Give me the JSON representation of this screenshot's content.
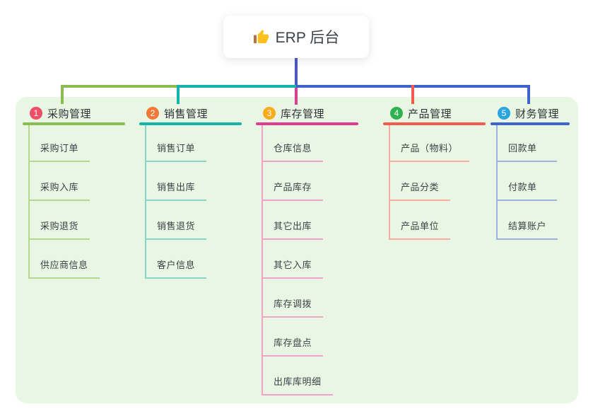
{
  "root": {
    "label": "ERP 后台",
    "icon": "thumbs-up"
  },
  "colors": {
    "canvas": "#ffffff",
    "panel": "#eaf6e4",
    "root_stem": "#4a55d2",
    "card_bg": "#ffffff",
    "title_text": "#2e3237",
    "child_text": "#3d4247"
  },
  "branches": [
    {
      "badge": "1",
      "title": "采购管理",
      "line_color": "#8abc52",
      "light_color": "#b5d88e",
      "badge_color": "#ec4f68",
      "children": [
        "采购订单",
        "采购入库",
        "采购退货",
        "供应商信息"
      ]
    },
    {
      "badge": "2",
      "title": "销售管理",
      "line_color": "#14b4aa",
      "light_color": "#85d6cd",
      "badge_color": "#f0793a",
      "children": [
        "销售订单",
        "销售出库",
        "销售退货",
        "客户信息"
      ]
    },
    {
      "badge": "3",
      "title": "库存管理",
      "line_color": "#e03c92",
      "light_color": "#f3a3cb",
      "badge_color": "#f9ab19",
      "children": [
        "仓库信息",
        "产品库存",
        "其它出库",
        "其它入库",
        "库存调拨",
        "库存盘点",
        "出库库明细"
      ]
    },
    {
      "badge": "4",
      "title": "产品管理",
      "line_color": "#f15b50",
      "light_color": "#f8aba3",
      "badge_color": "#30b252",
      "children": [
        "产品（物料）",
        "产品分类",
        "产品单位"
      ]
    },
    {
      "badge": "5",
      "title": "财务管理",
      "line_color": "#4064ce",
      "light_color": "#9db1e2",
      "badge_color": "#2aa5df",
      "children": [
        "回款单",
        "付款单",
        "结算账户"
      ]
    }
  ]
}
